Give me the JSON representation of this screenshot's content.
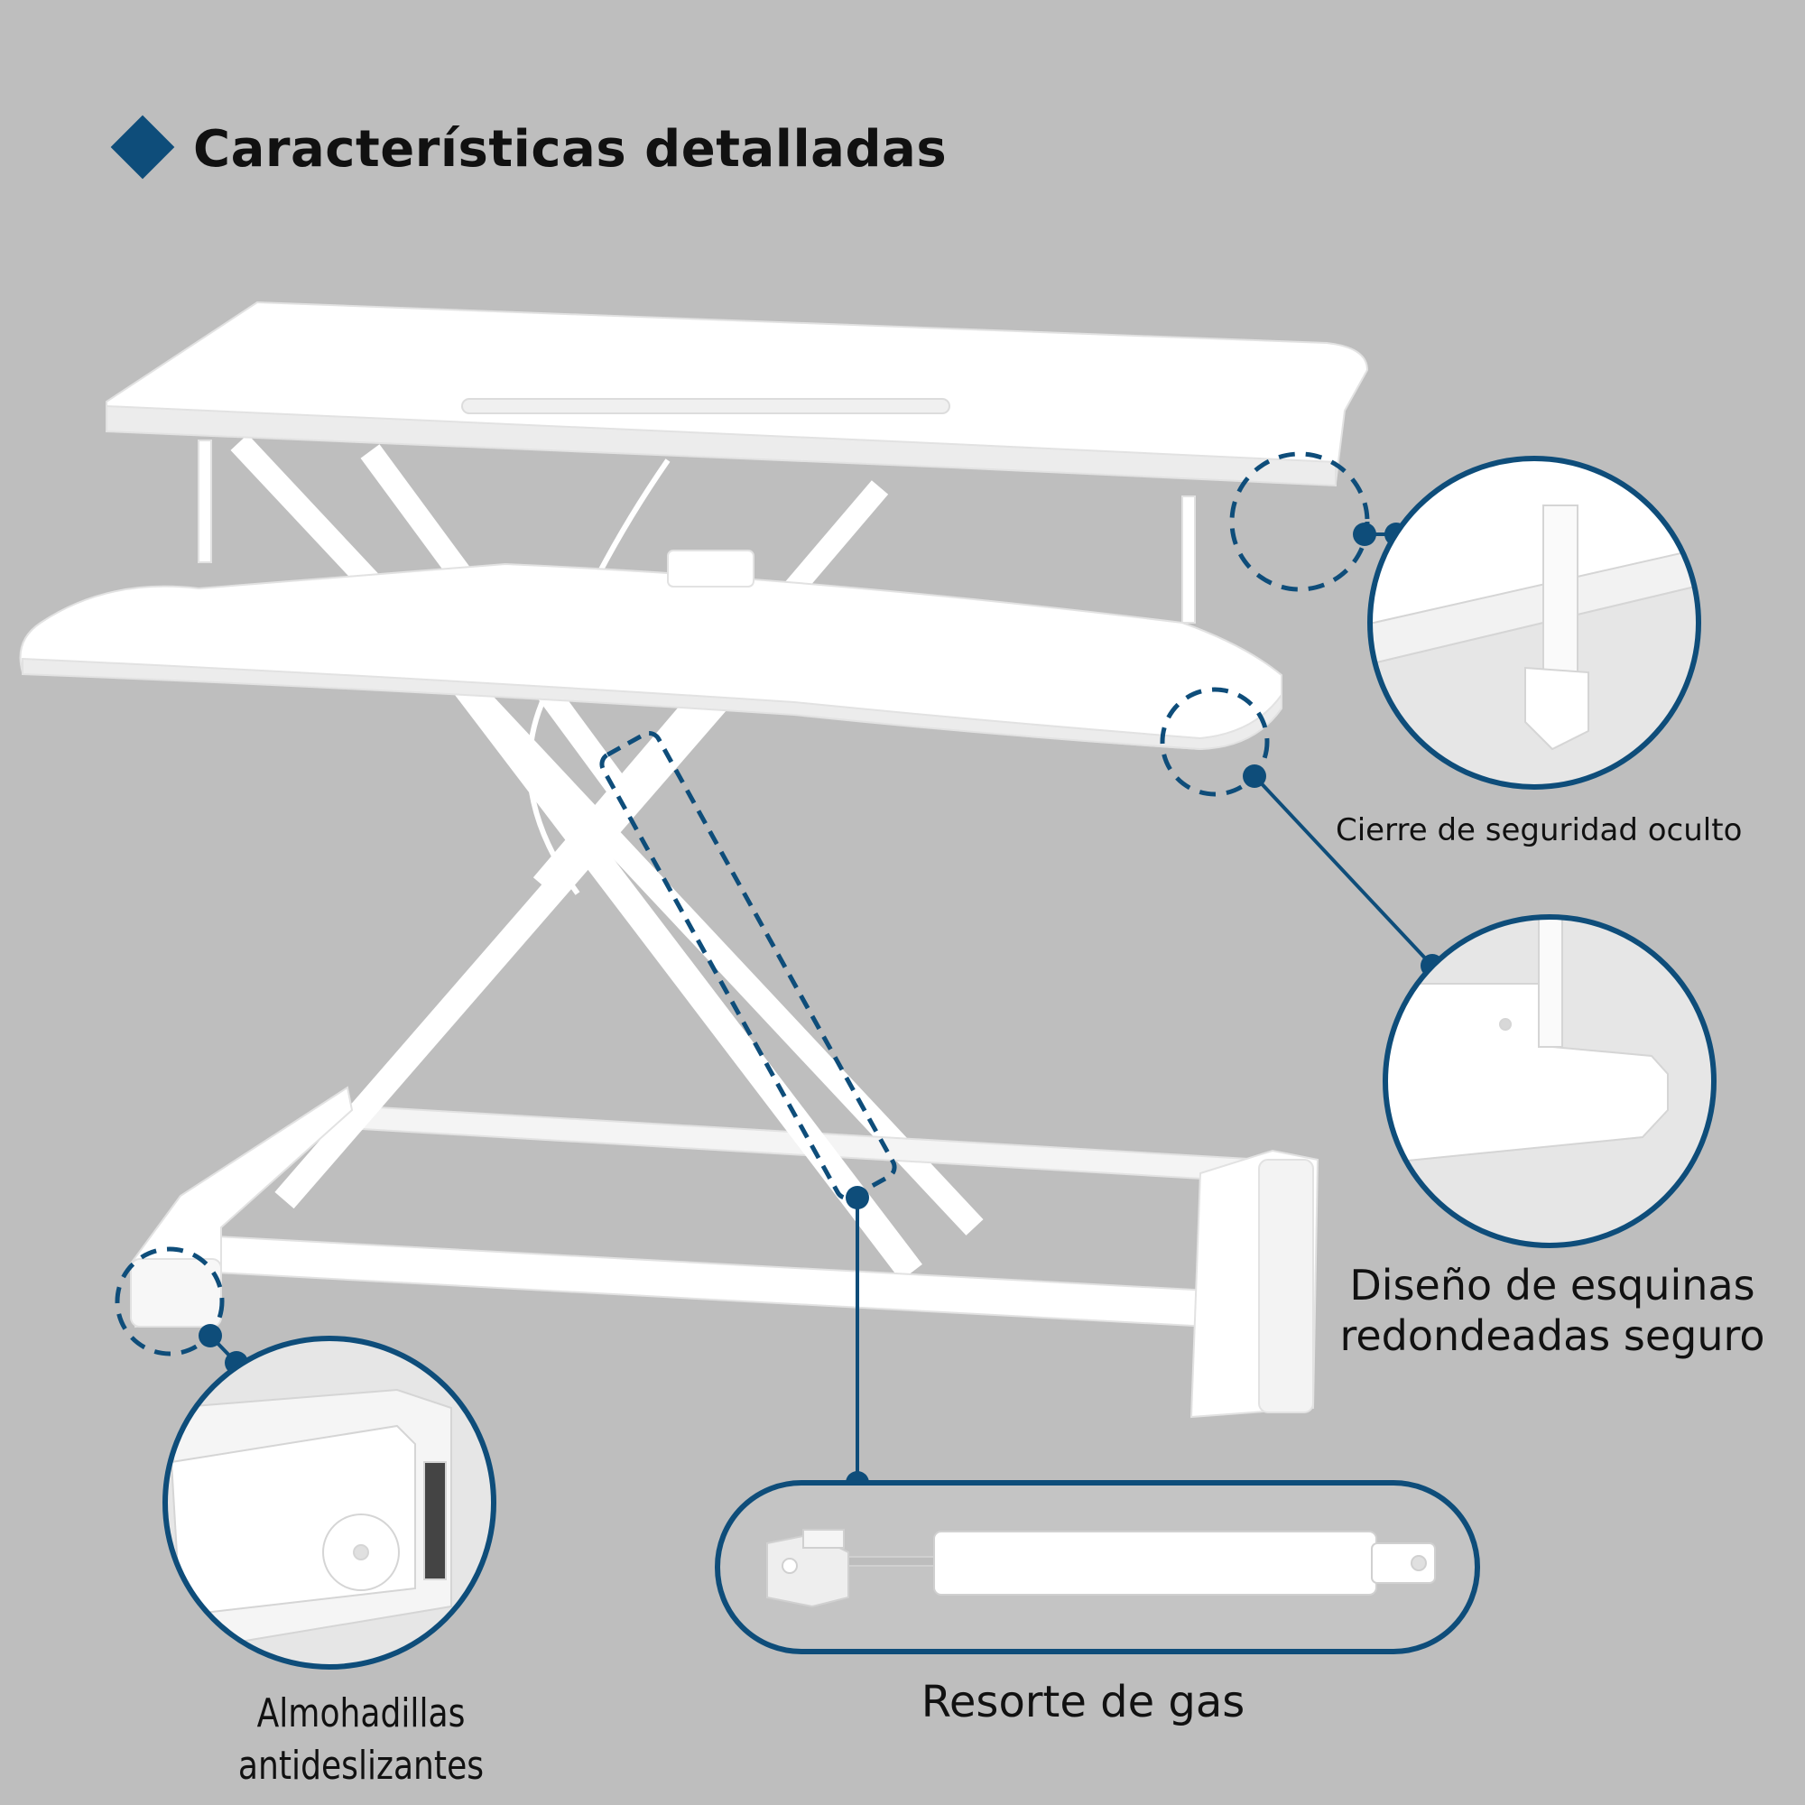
{
  "header": {
    "title": "Características detalladas",
    "accent_color": "#0e4d7a",
    "bullet_icon": "diamond-icon"
  },
  "callouts": {
    "hidden_lock": {
      "label": "Cierre de seguridad oculto"
    },
    "rounded_corners": {
      "line1": "Diseño de esquinas",
      "line2": "redondeadas seguro"
    },
    "antislip_pads": {
      "line1": "Almohadillas",
      "line2": "antideslizantes"
    },
    "gas_spring": {
      "label": "Resorte de gas"
    }
  },
  "colors": {
    "background": "#bebebe",
    "callout_stroke": "#0e4d7a",
    "product": "#ffffff"
  }
}
